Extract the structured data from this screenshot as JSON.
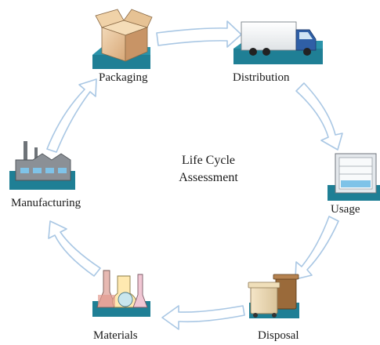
{
  "title_lines": [
    "Life Cycle",
    "Assessment"
  ],
  "stages": {
    "packaging": "Packaging",
    "distribution": "Distribution",
    "usage": "Usage",
    "disposal": "Disposal",
    "materials": "Materials",
    "manufacturing": "Manufacturing"
  },
  "colors": {
    "arrow_fill": "#ffffff",
    "arrow_stroke": "#a9c7e4",
    "platform": "#1f7f95",
    "platform_dark": "#0f5d70"
  },
  "icons": [
    "box-icon",
    "truck-icon",
    "refrigerator-icon",
    "trash-bins-icon",
    "lab-flasks-icon",
    "factory-icon"
  ]
}
